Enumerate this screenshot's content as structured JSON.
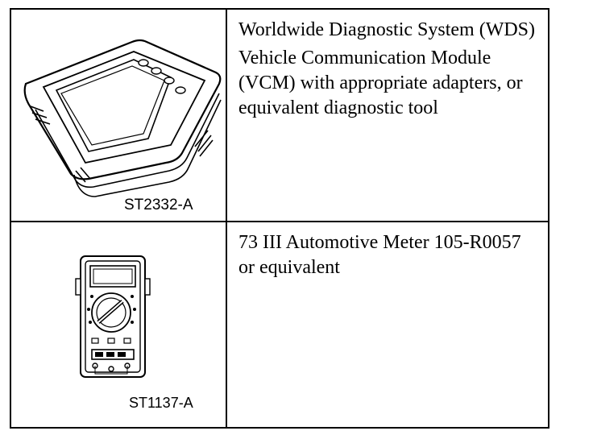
{
  "rows": [
    {
      "image_label": "ST2332-A",
      "image_icon": "diagnostic-tablet-icon",
      "descriptions": [
        "Worldwide Diagnostic System (WDS)",
        "Vehicle Communication Module (VCM) with appropriate adapters, or equivalent diagnostic tool"
      ]
    },
    {
      "image_label": "ST1137-A",
      "image_icon": "multimeter-icon",
      "descriptions": [
        "73 III Automotive Meter 105-R0057 or equivalent"
      ]
    }
  ]
}
